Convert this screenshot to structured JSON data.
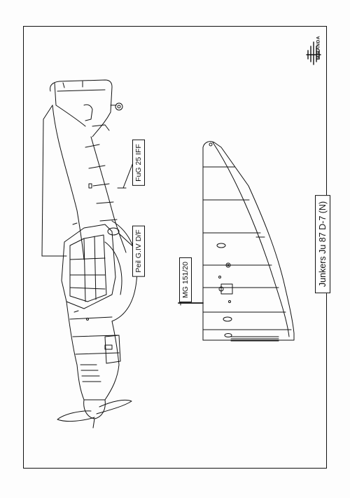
{
  "labels": {
    "fug": "FuG 25 IFF",
    "peil": "Peil G.IV D/F",
    "mg": "MG 151/20"
  },
  "title": "Junkers Ju 87 D-7 (N)",
  "logo": "MIRANDA"
}
